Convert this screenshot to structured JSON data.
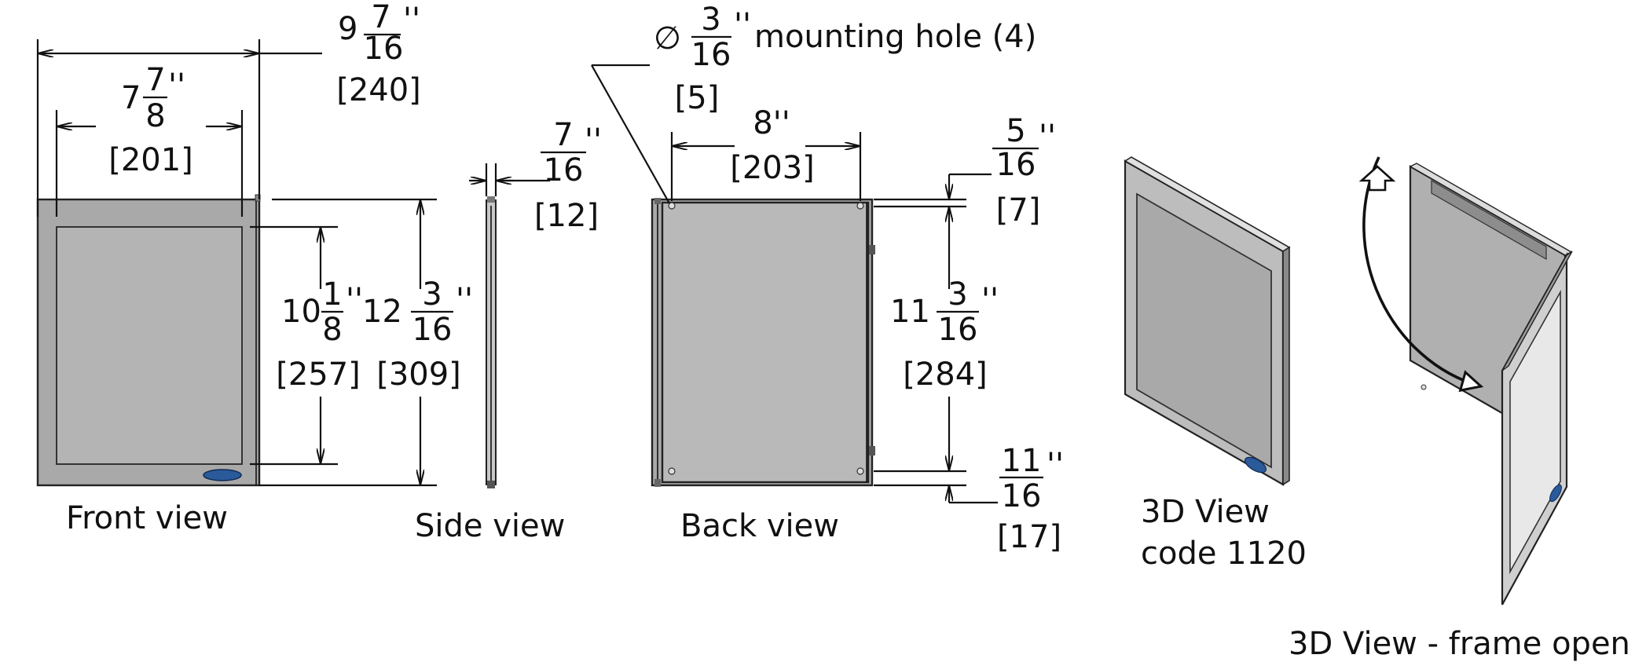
{
  "views": {
    "front": "Front view",
    "side": "Side view",
    "back": "Back view",
    "iso_line1": "3D View",
    "iso_line2": "code 1120",
    "open": "3D View - frame open"
  },
  "dims": {
    "front_outer_width": {
      "whole": "9",
      "num": "7",
      "den": "16",
      "unit": "''",
      "mm": "[240]"
    },
    "front_inner_width": {
      "whole": "7",
      "num": "7",
      "den": "8",
      "unit": "''",
      "mm": "[201]"
    },
    "front_inner_height": {
      "whole": "10",
      "num": "1",
      "den": "8",
      "unit": "''",
      "mm": "[257]"
    },
    "front_outer_height": {
      "whole": "12",
      "num": "3",
      "den": "16",
      "unit": "''",
      "mm": "[309]"
    },
    "side_depth": {
      "num": "7",
      "den": "16",
      "unit": "''",
      "mm": "[12]"
    },
    "mounting_hole": {
      "symbol": "∅",
      "num": "3",
      "den": "16",
      "unit": "''",
      "text": "mounting hole (4)",
      "mm": "[5]"
    },
    "back_hole_spacing_width": {
      "value": "8''",
      "mm": "[203]"
    },
    "back_top_offset": {
      "num": "5",
      "den": "16",
      "unit": "''",
      "mm": "[7]"
    },
    "back_hole_spacing_height": {
      "whole": "11",
      "num": "3",
      "den": "16",
      "unit": "''",
      "mm": "[284]"
    },
    "back_bottom_offset": {
      "num": "11",
      "den": "16",
      "unit": "''",
      "mm": "[17]"
    }
  }
}
